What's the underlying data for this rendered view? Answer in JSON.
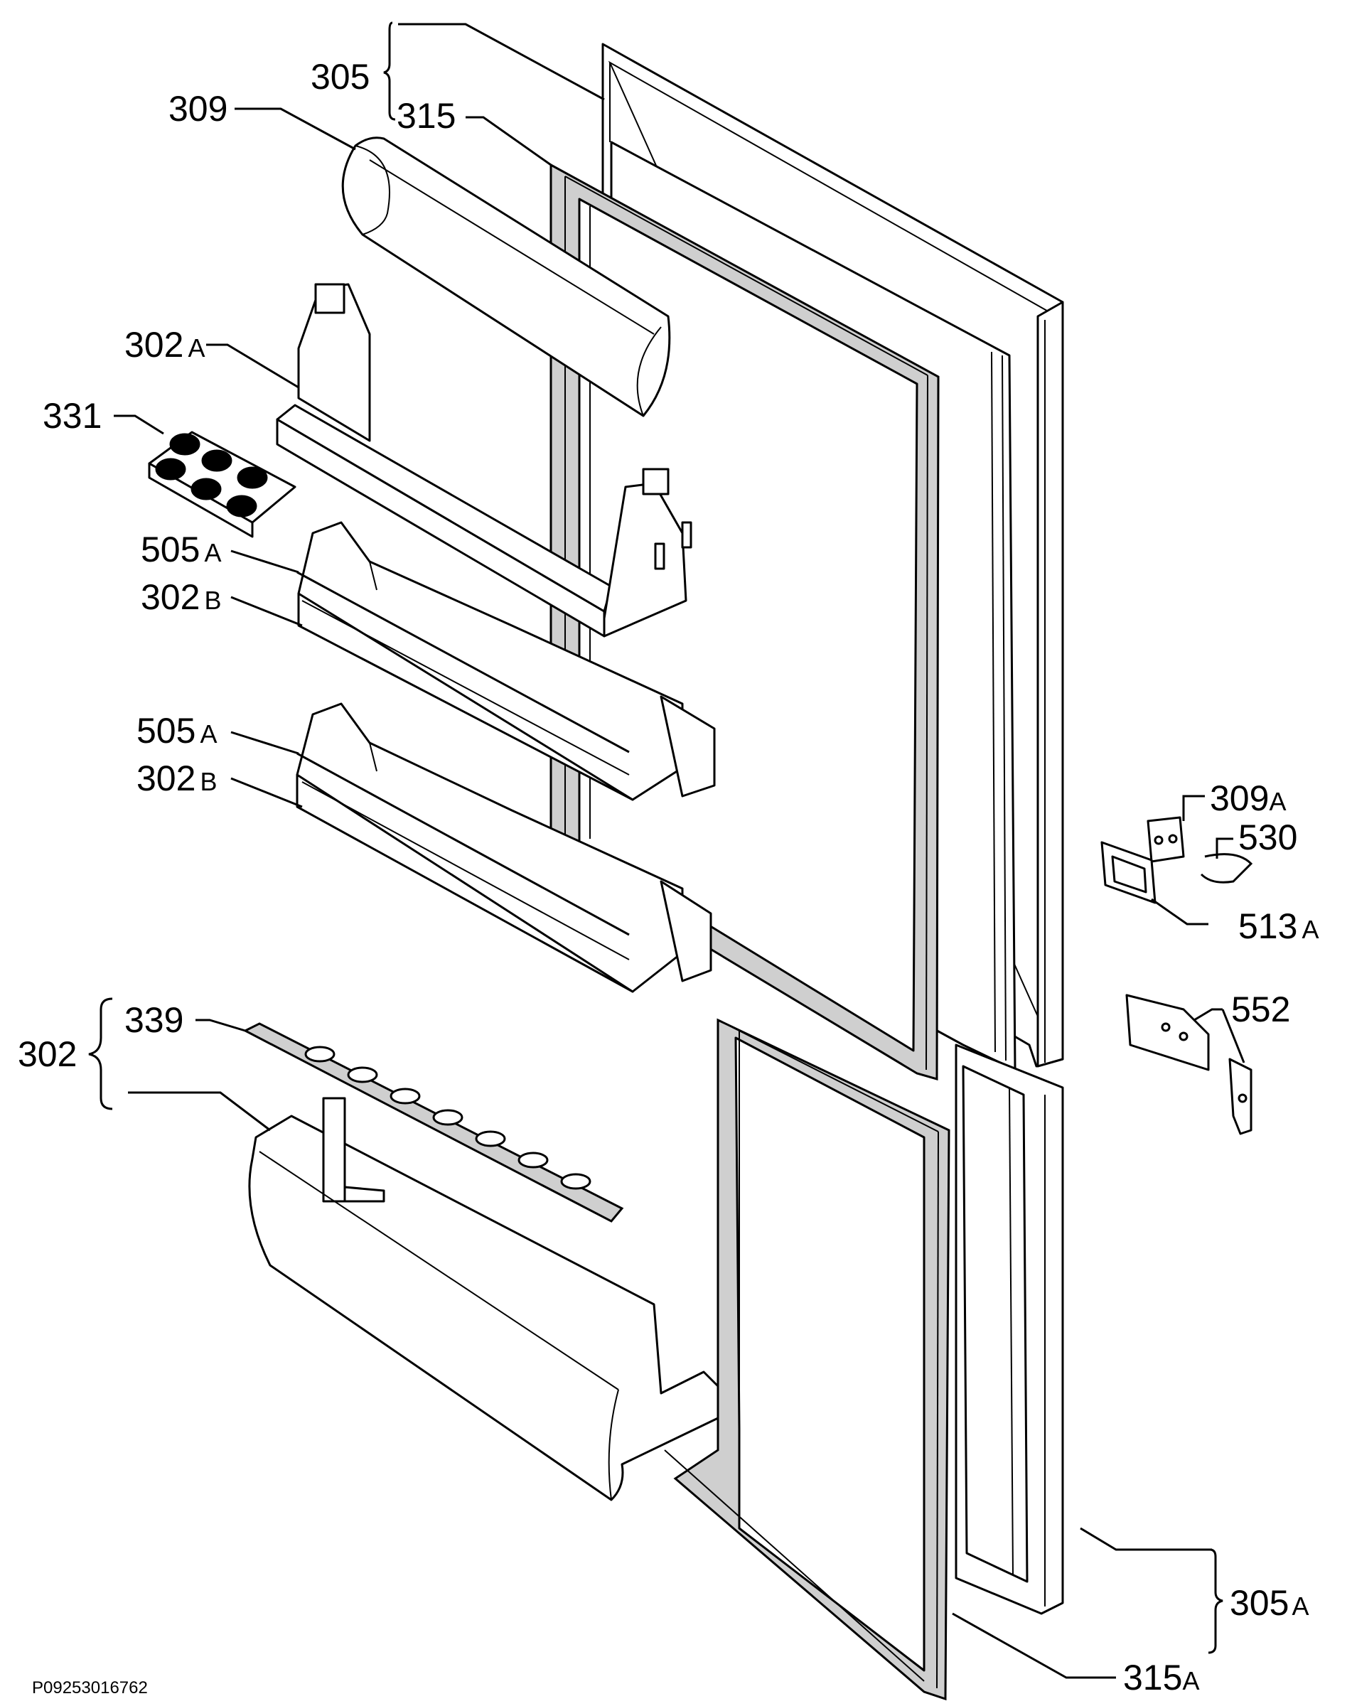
{
  "labels": {
    "l305": {
      "num": "305",
      "suffix": ""
    },
    "l315": {
      "num": "315",
      "suffix": ""
    },
    "l309": {
      "num": "309",
      "suffix": ""
    },
    "l302a": {
      "num": "302",
      "suffix": "A"
    },
    "l331": {
      "num": "331",
      "suffix": ""
    },
    "l505a_1": {
      "num": "505",
      "suffix": "A"
    },
    "l302b_1": {
      "num": "302",
      "suffix": "B"
    },
    "l505a_2": {
      "num": "505",
      "suffix": "A"
    },
    "l302b_2": {
      "num": "302",
      "suffix": "B"
    },
    "l339": {
      "num": "339",
      "suffix": ""
    },
    "l302": {
      "num": "302",
      "suffix": ""
    },
    "l309a": {
      "num": "309",
      "suffix": "A"
    },
    "l530": {
      "num": "530",
      "suffix": ""
    },
    "l513a": {
      "num": "513",
      "suffix": "A"
    },
    "l552": {
      "num": "552",
      "suffix": ""
    },
    "l305a": {
      "num": "305",
      "suffix": "A"
    },
    "l315a": {
      "num": "315",
      "suffix": "A"
    }
  },
  "drawing_code": "P09253016762"
}
